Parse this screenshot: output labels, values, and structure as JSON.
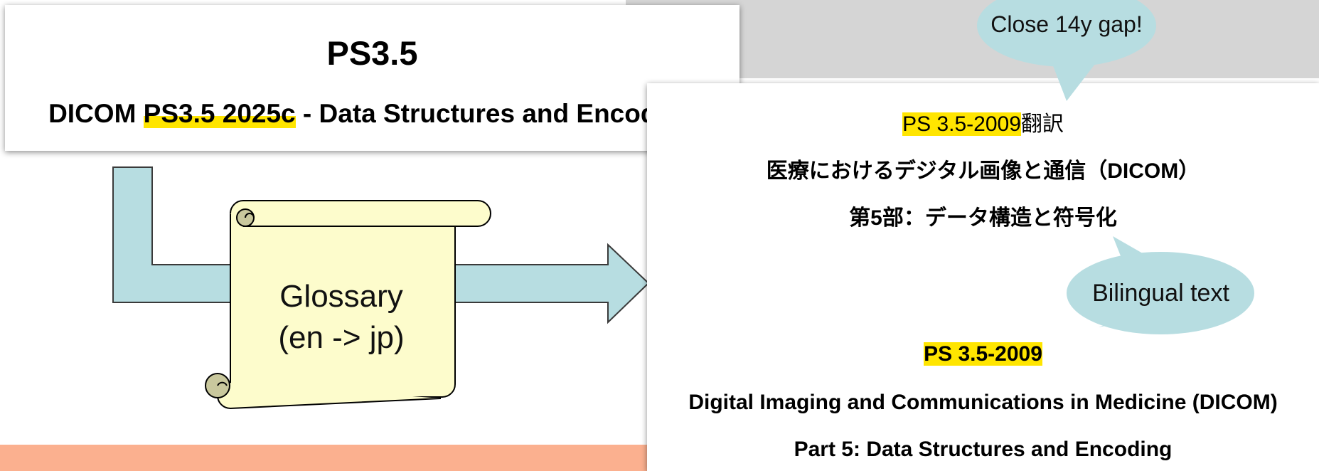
{
  "left_card": {
    "title": "PS3.5",
    "subtitle_prefix": "DICOM ",
    "subtitle_highlight": "PS3.5 2025c",
    "subtitle_suffix": " - Data Structures and Encoding"
  },
  "right_card": {
    "line1_highlight": "PS 3.5-2009",
    "line1_suffix": "翻訳",
    "line2": "医療におけるデジタル画像と通信（DICOM）",
    "line3": "第5部：データ構造と符号化",
    "line4_highlight": "PS 3.5-2009",
    "line5": "Digital Imaging and Communications in Medicine (DICOM)",
    "line6": "Part 5: Data Structures and Encoding"
  },
  "scroll": {
    "line1": "Glossary",
    "line2": "(en -> jp)"
  },
  "callouts": {
    "gap": "Close 14y gap!",
    "bilingual": "Bilingual text"
  },
  "colors": {
    "arrow_fill": "#b7dde1",
    "scroll_fill": "#fdfccc",
    "scroll_curl": "#c9c89d",
    "callout_fill": "#b7dde1",
    "highlight": "#ffe500",
    "bottom_band": "#fbb08f"
  }
}
